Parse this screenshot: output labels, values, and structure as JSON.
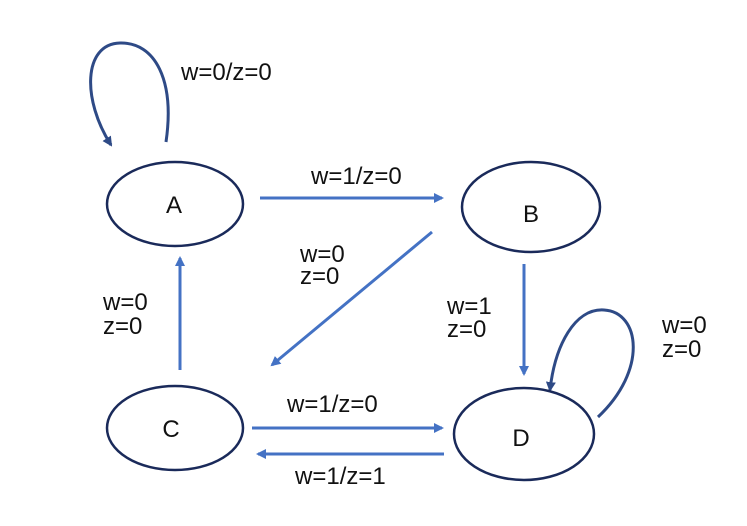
{
  "diagram": {
    "colors": {
      "edge": "#4472c4",
      "loop": "#2e4a86",
      "node_stroke": "#1a2a5a",
      "text": "#111111"
    },
    "states": {
      "a": "A",
      "b": "B",
      "c": "C",
      "d": "D"
    },
    "transitions": {
      "a_self": "w=0/z=0",
      "a_to_b": "w=1/z=0",
      "b_to_c": [
        "w=0",
        "z=0"
      ],
      "b_to_d": [
        "w=1",
        "z=0"
      ],
      "c_to_a": [
        "w=0",
        "z=0"
      ],
      "c_to_d": "w=1/z=0",
      "d_to_c": "w=1/z=1",
      "d_self": [
        "w=0",
        "z=0"
      ]
    }
  }
}
